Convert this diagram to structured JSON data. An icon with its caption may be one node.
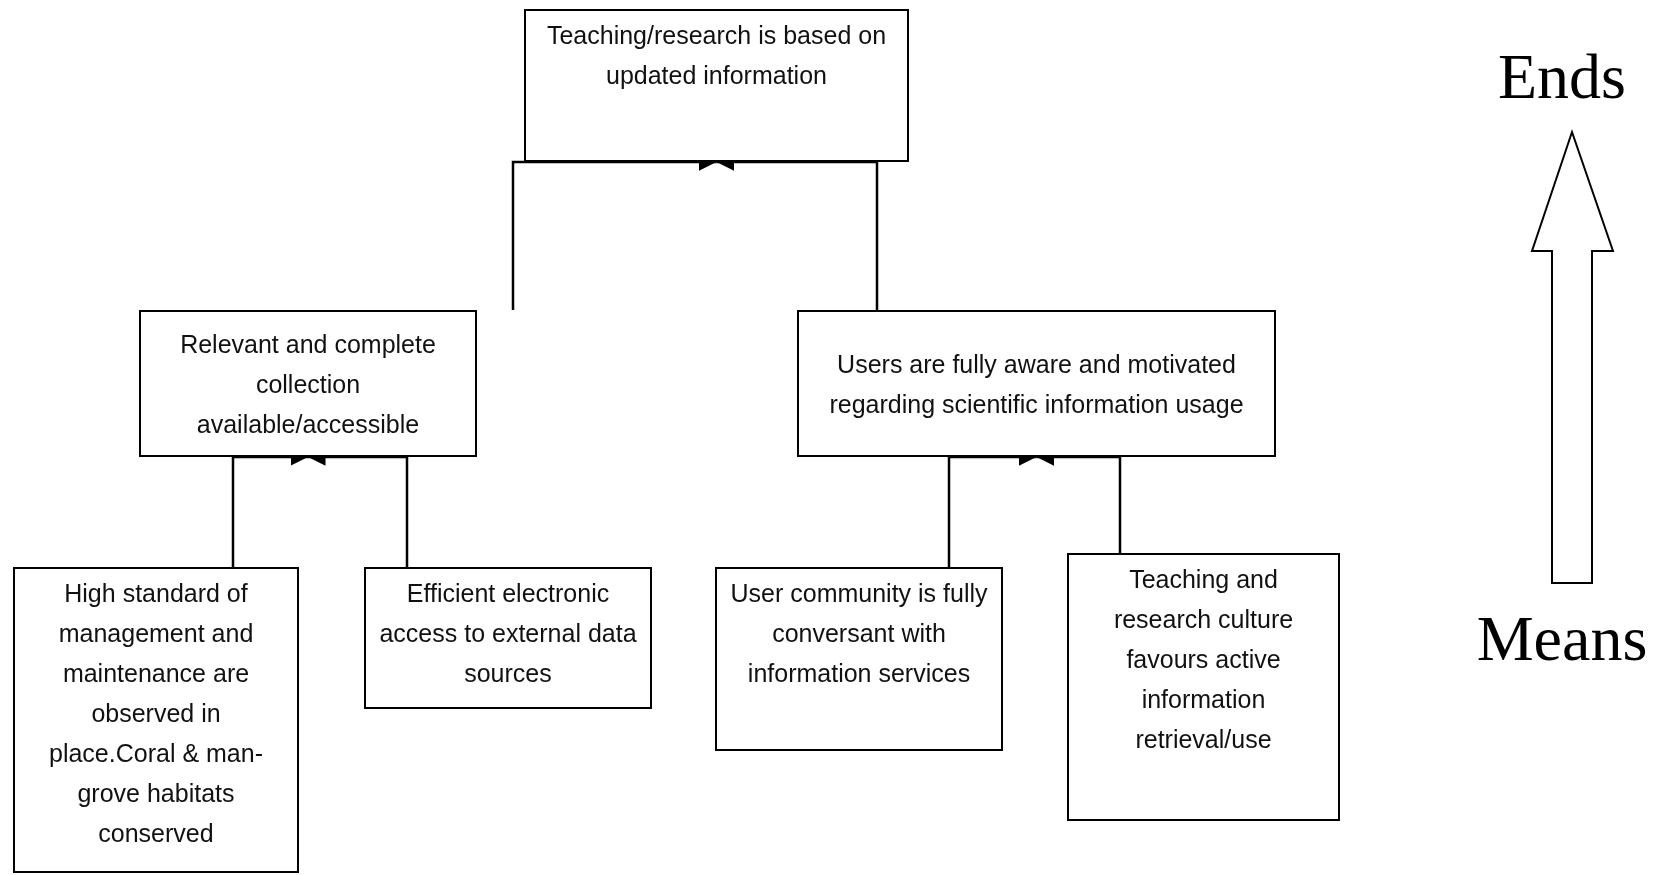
{
  "diagram": {
    "nodes": [
      {
        "text": [
          "Teaching/research is based on updated information"
        ]
      },
      {
        "text": [
          "Relevant and complete collection available/accessible"
        ]
      },
      {
        "text": [
          "Users are fully aware and motivated regarding scientific information usage"
        ]
      },
      {
        "text": [
          "High standard of management and maintenance are observed in place.Coral & man-grove habitats conserved"
        ]
      },
      {
        "text": [
          "Efficient electronic access to external data sources"
        ]
      },
      {
        "text": [
          "User community is fully conversant with information services"
        ]
      },
      {
        "text": [
          "Teaching and research culture favours active information retrieval/use"
        ]
      }
    ],
    "edges": [
      {
        "from": 1,
        "to": 0,
        "arrow": "to"
      },
      {
        "from": 2,
        "to": 0,
        "arrow": "to"
      },
      {
        "from": 3,
        "to": 1,
        "arrow": "to"
      },
      {
        "from": 4,
        "to": 1,
        "arrow": "to"
      },
      {
        "from": 5,
        "to": 2,
        "arrow": "to"
      },
      {
        "from": 6,
        "to": 2,
        "arrow": "to"
      }
    ],
    "labels": [
      "Ends",
      "Means"
    ]
  }
}
